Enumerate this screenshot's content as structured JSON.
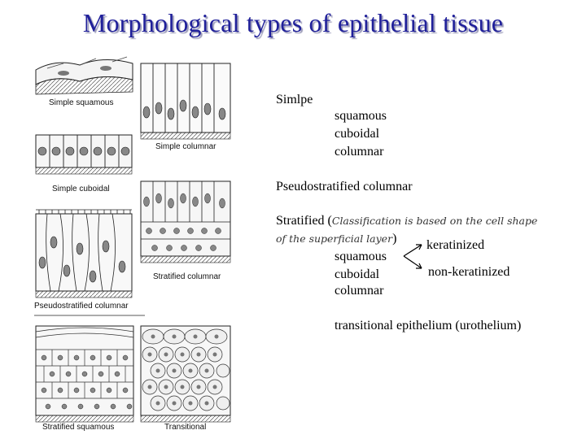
{
  "title": "Morphological types of epithelial tissue",
  "figure_labels": {
    "simple_squamous": "Simple squamous",
    "simple_columnar": "Simple columnar",
    "simple_cuboidal": "Simple cuboidal",
    "stratified_columnar": "Stratified columnar",
    "pseudostratified_columnar": "Pseudostratified columnar",
    "stratified_squamous": "Stratified squamous",
    "transitional": "Transitional"
  },
  "classification": {
    "simple": {
      "heading": "Simlpe",
      "items": [
        "squamous",
        "cuboidal",
        "columnar"
      ]
    },
    "pseudostratified": "Pseudostratified columnar",
    "stratified": {
      "heading": "Stratified (",
      "note_line1": "Classification is based on the cell shape",
      "note_line2": "of the superficial layer",
      "note_close": ")",
      "items": [
        "squamous",
        "cuboidal",
        "columnar"
      ],
      "keratinized": "keratinized",
      "non_keratinized": "non-keratinized"
    },
    "transitional": "transitional epithelium (urothelium)"
  },
  "colors": {
    "title": "#20209a",
    "title_shadow": "#9a9ab8"
  }
}
